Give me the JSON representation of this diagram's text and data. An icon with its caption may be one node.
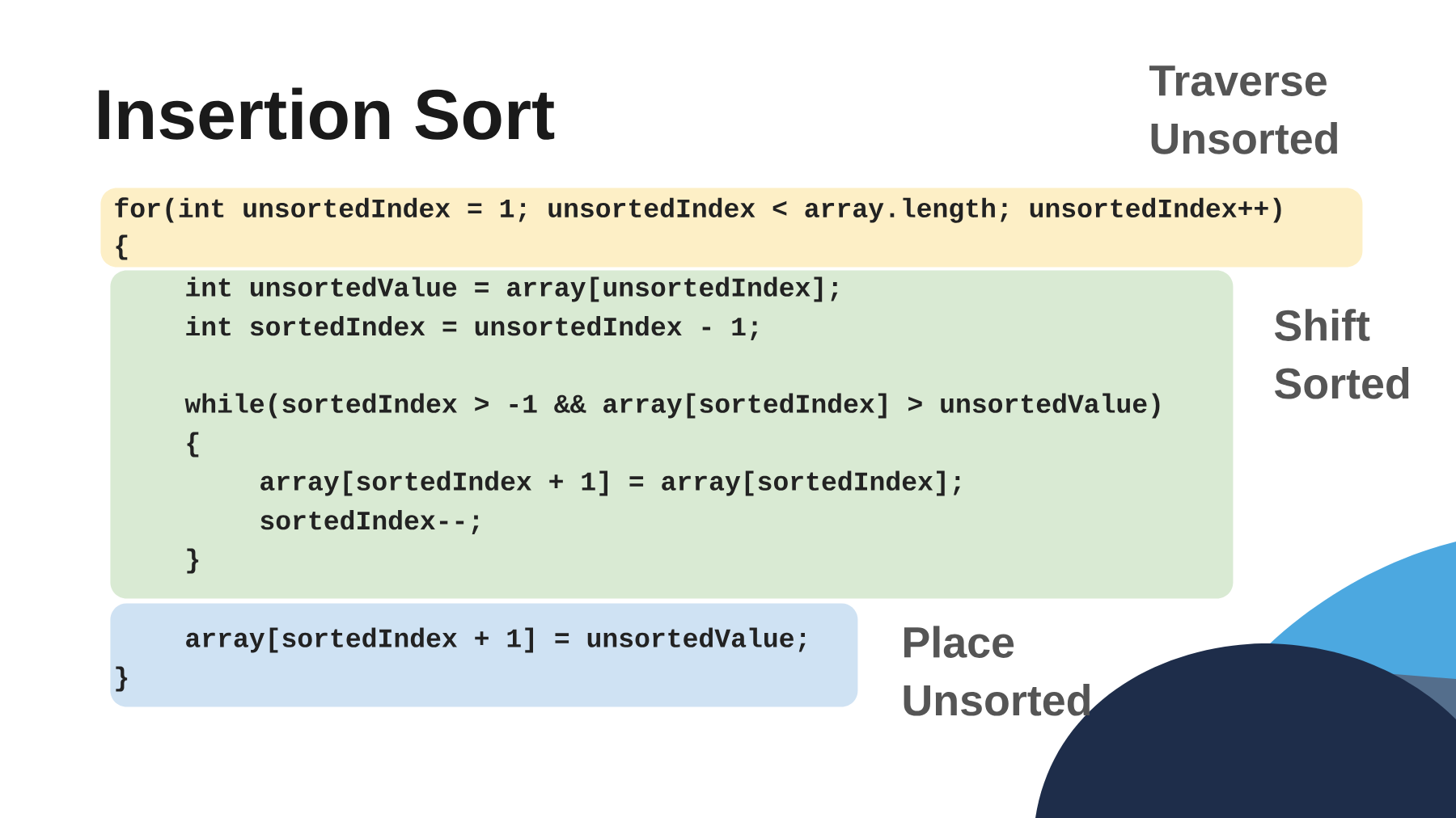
{
  "diagram": {
    "title": "Insertion Sort",
    "nodes": [
      {
        "text": [
          "for(int unsortedIndex = 1; unsortedIndex < array.length; unsortedIndex++)",
          "{"
        ],
        "beside": [
          "Traverse Unsorted"
        ]
      },
      {
        "text": [
          "int unsortedValue = array[unsortedIndex];",
          "int sortedIndex = unsortedIndex - 1;",
          "while(sortedIndex > -1 && array[sortedIndex] > unsortedValue)",
          "{",
          "array[sortedIndex + 1] = array[sortedIndex];",
          "sortedIndex--;",
          "}"
        ],
        "beside": [
          "Shift Sorted"
        ]
      },
      {
        "text": [
          "array[sortedIndex + 1] = unsortedValue;",
          "}"
        ],
        "beside": [
          "Place Unsorted"
        ]
      }
    ]
  }
}
